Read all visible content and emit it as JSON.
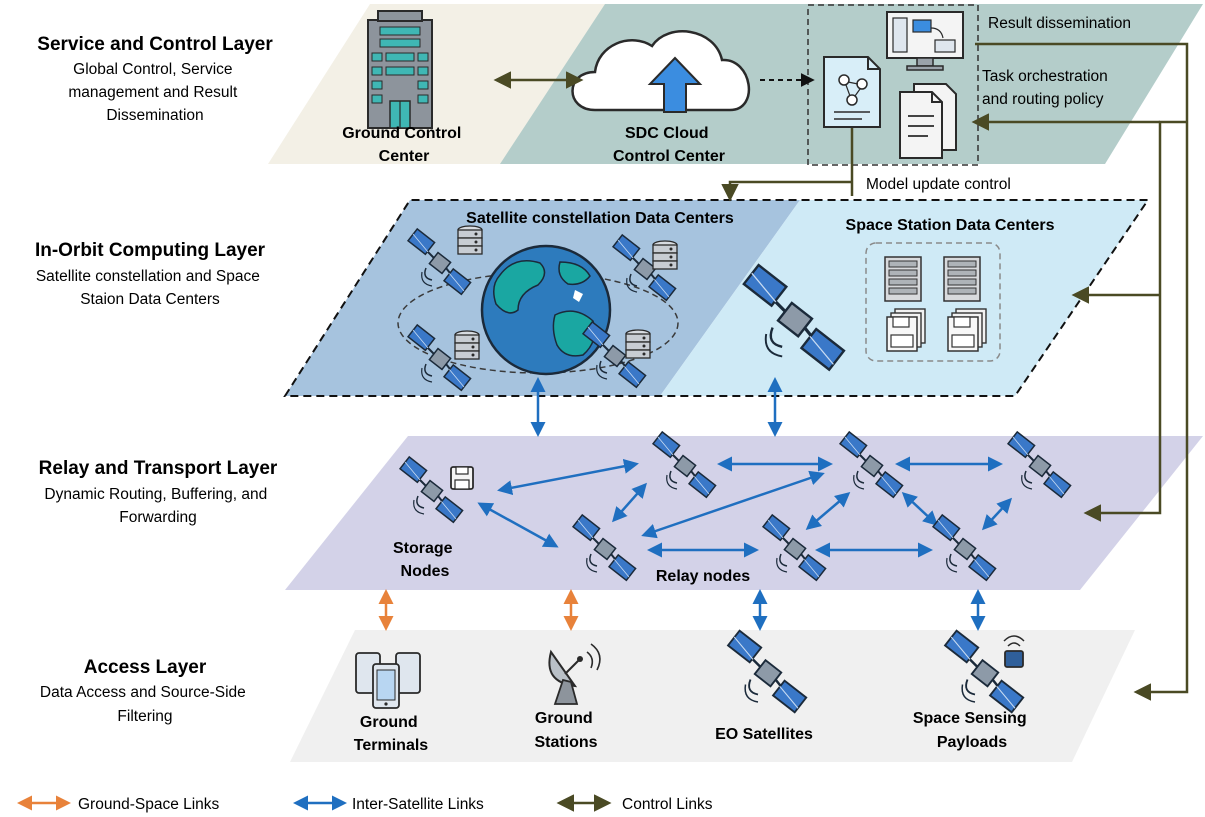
{
  "colors": {
    "ground_space": "#e8823a",
    "inter_satellite": "#1f6fc0",
    "control": "#4a4a24"
  },
  "layers": [
    {
      "title": "Service and Control Layer",
      "subtitle": [
        "Global Control, Service",
        "management and Result",
        "Dissemination"
      ]
    },
    {
      "title": "In-Orbit Computing Layer",
      "subtitle": [
        "Satellite constellation and Space",
        "Staion Data Centers"
      ]
    },
    {
      "title": "Relay and Transport Layer",
      "subtitle": [
        "Dynamic Routing, Buffering, and",
        "Forwarding"
      ]
    },
    {
      "title": "Access Layer",
      "subtitle": [
        "Data Access and Source-Side",
        "Filtering"
      ]
    }
  ],
  "service_layer": {
    "ground_control": [
      "Ground Control",
      "Center"
    ],
    "sdc_cloud": [
      "SDC Cloud",
      "Control Center"
    ],
    "result_dissemination": "Result dissemination",
    "task_orchestration": [
      "Task orchestration",
      "and routing policy"
    ],
    "model_update": "Model update control"
  },
  "computing_layer": {
    "constellation_label": "Satellite constellation Data Centers",
    "station_label": "Space Station Data Centers"
  },
  "relay_layer": {
    "storage_nodes": [
      "Storage",
      "Nodes"
    ],
    "relay_nodes": "Relay nodes"
  },
  "access_layer": {
    "ground_terminals": [
      "Ground",
      "Terminals"
    ],
    "ground_stations": [
      "Ground",
      "Stations"
    ],
    "eo_satellites": "EO Satellites",
    "space_sensing": [
      "Space Sensing",
      "Payloads"
    ]
  },
  "legend": [
    {
      "label": "Ground-Space Links",
      "color_key": "ground_space"
    },
    {
      "label": "Inter-Satellite Links",
      "color_key": "inter_satellite"
    },
    {
      "label": "Control Links",
      "color_key": "control"
    }
  ]
}
